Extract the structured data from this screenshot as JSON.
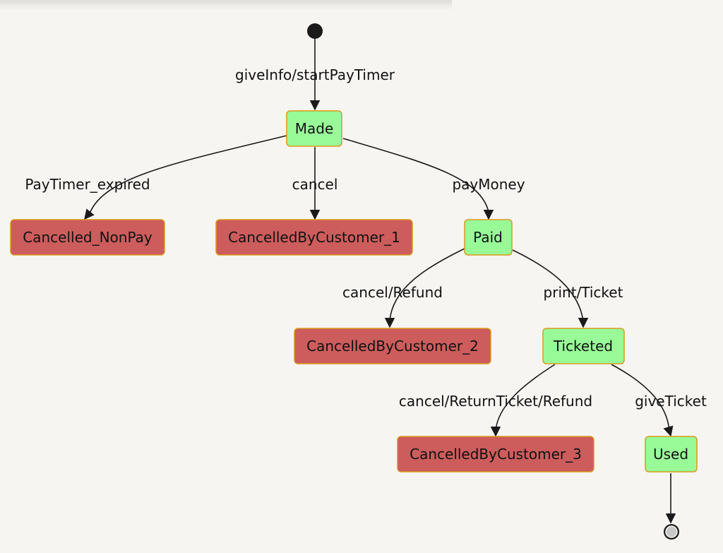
{
  "diagram": {
    "states": {
      "made": "Made",
      "cancelled_nonpay": "Cancelled_NonPay",
      "cancelled_by_customer_1": "CancelledByCustomer_1",
      "paid": "Paid",
      "cancelled_by_customer_2": "CancelledByCustomer_2",
      "ticketed": "Ticketed",
      "cancelled_by_customer_3": "CancelledByCustomer_3",
      "used": "Used"
    },
    "transitions": {
      "start_to_made": "giveInfo/startPayTimer",
      "made_to_nonpay": "PayTimer_expired",
      "made_to_cbc1": "cancel",
      "made_to_paid": "payMoney",
      "paid_to_cbc2": "cancel/Refund",
      "paid_to_ticketed": "print/Ticket",
      "ticketed_to_cbc3": "cancel/ReturnTicket/Refund",
      "ticketed_to_used": "giveTicket"
    },
    "colors": {
      "active_state_fill": "#98fb98",
      "cancelled_state_fill": "#cd5c5c",
      "state_border": "#d99a1c",
      "background": "#f6f5f2"
    }
  }
}
